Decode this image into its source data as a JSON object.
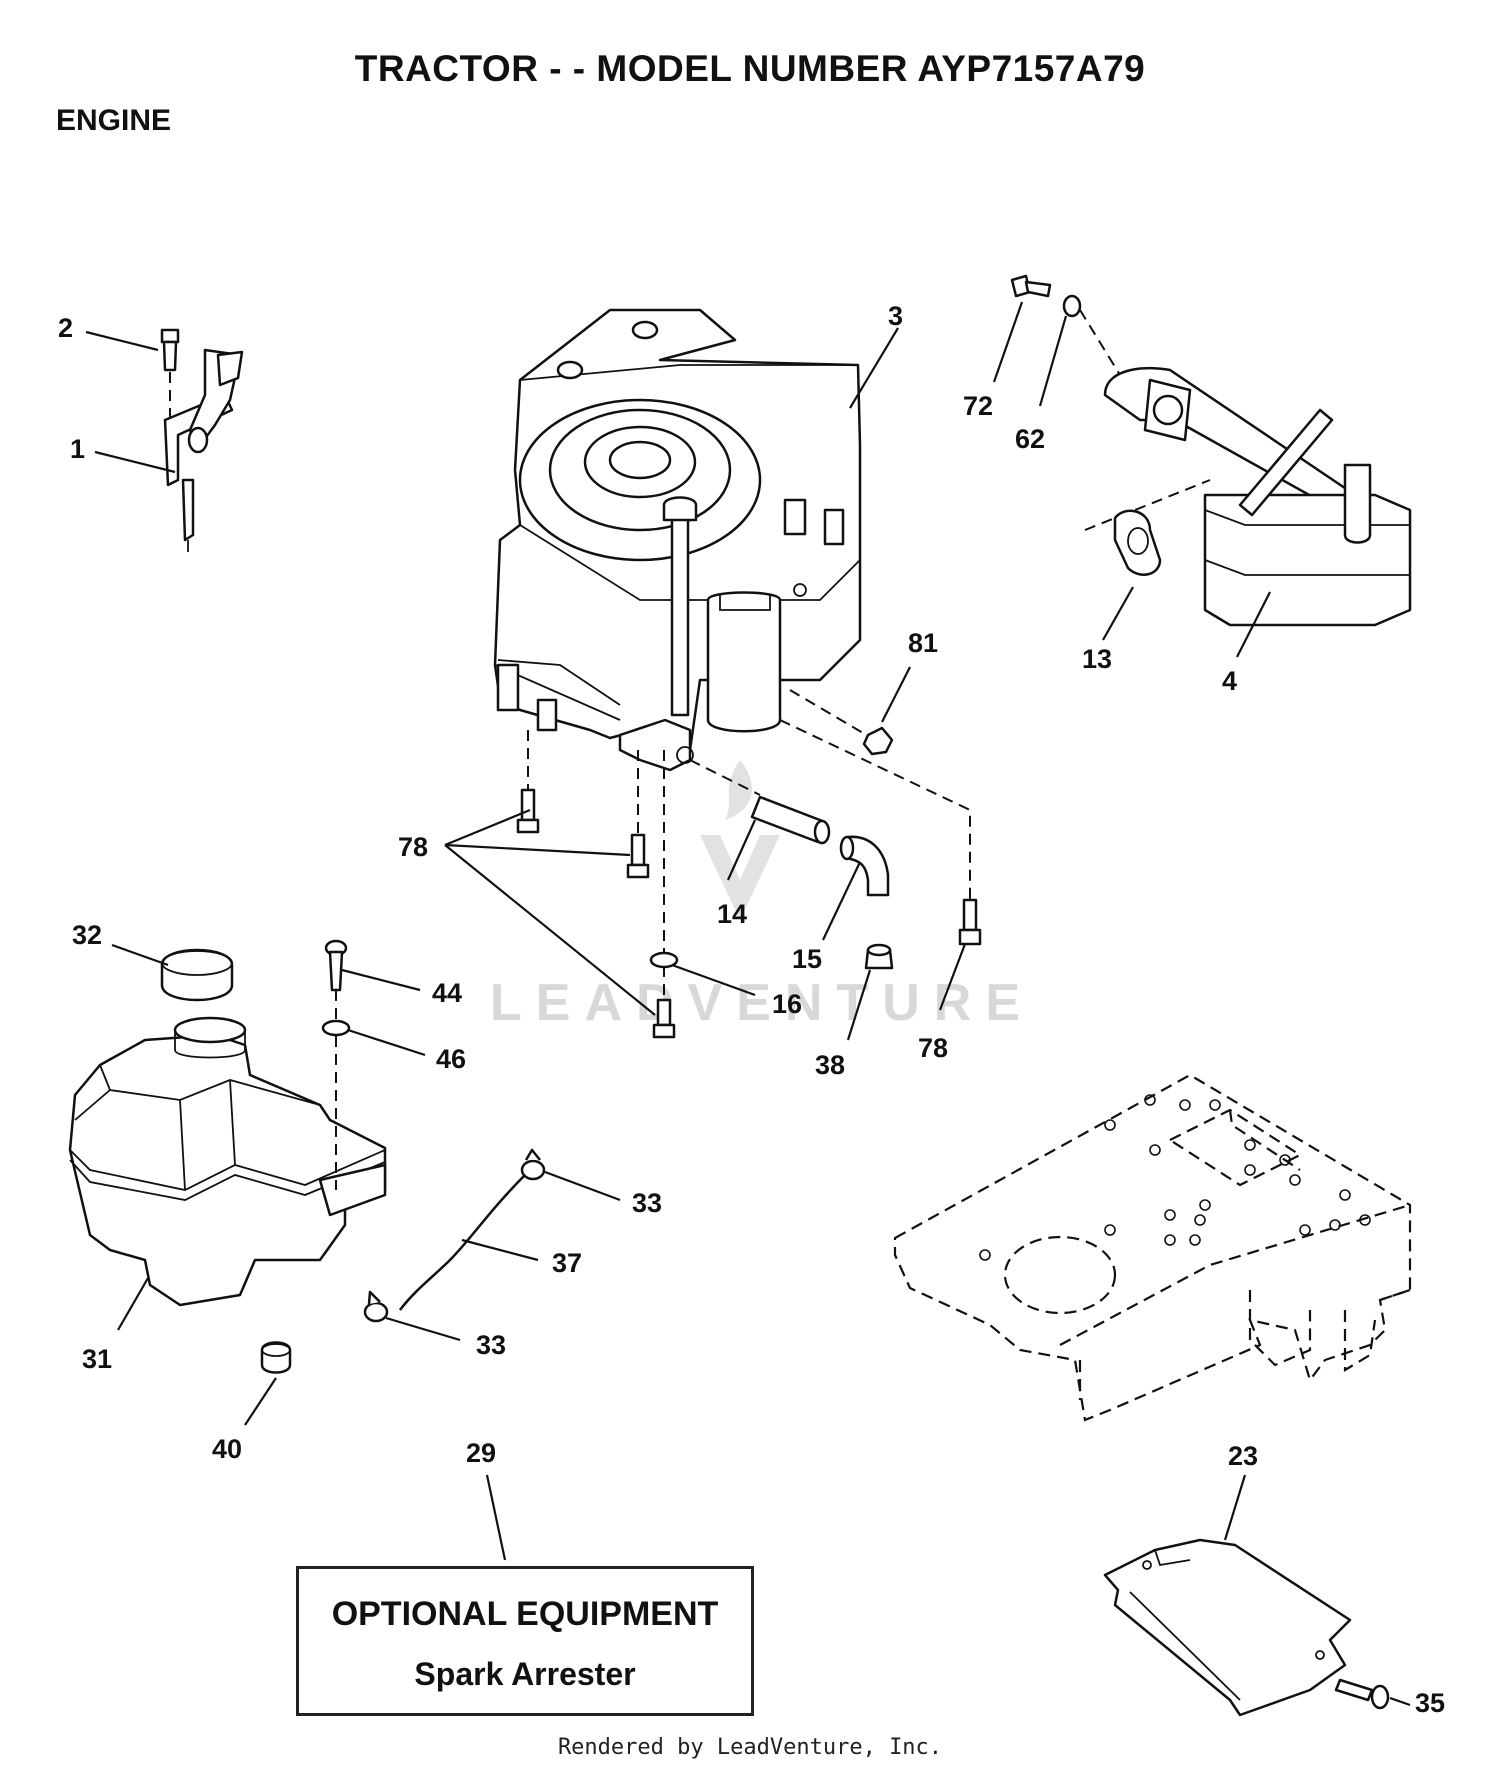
{
  "header": {
    "title": "TRACTOR - - MODEL NUMBER AYP7157A79",
    "section": "ENGINE"
  },
  "callouts": [
    {
      "id": "c-2",
      "text": "2"
    },
    {
      "id": "c-1",
      "text": "1"
    },
    {
      "id": "c-3",
      "text": "3"
    },
    {
      "id": "c-72",
      "text": "72"
    },
    {
      "id": "c-62",
      "text": "62"
    },
    {
      "id": "c-13",
      "text": "13"
    },
    {
      "id": "c-4",
      "text": "4"
    },
    {
      "id": "c-81",
      "text": "81"
    },
    {
      "id": "c-78a",
      "text": "78"
    },
    {
      "id": "c-14",
      "text": "14"
    },
    {
      "id": "c-15",
      "text": "15"
    },
    {
      "id": "c-16",
      "text": "16"
    },
    {
      "id": "c-38",
      "text": "38"
    },
    {
      "id": "c-78b",
      "text": "78"
    },
    {
      "id": "c-32",
      "text": "32"
    },
    {
      "id": "c-44",
      "text": "44"
    },
    {
      "id": "c-46",
      "text": "46"
    },
    {
      "id": "c-33a",
      "text": "33"
    },
    {
      "id": "c-37",
      "text": "37"
    },
    {
      "id": "c-33b",
      "text": "33"
    },
    {
      "id": "c-31",
      "text": "31"
    },
    {
      "id": "c-40",
      "text": "40"
    },
    {
      "id": "c-29",
      "text": "29"
    },
    {
      "id": "c-23",
      "text": "23"
    },
    {
      "id": "c-35",
      "text": "35"
    }
  ],
  "optional_box": {
    "heading": "OPTIONAL EQUIPMENT",
    "item": "Spark Arrester"
  },
  "watermark": "LEADVENTURE",
  "footer": "Rendered by LeadVenture, Inc."
}
